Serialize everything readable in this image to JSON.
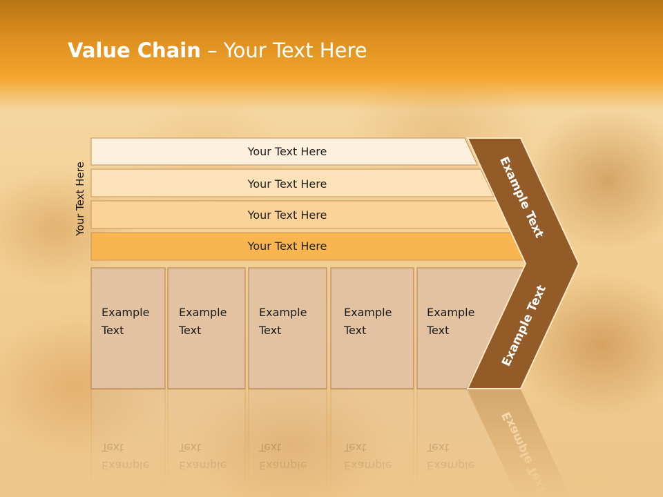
{
  "slide": {
    "title_bold": "Value Chain",
    "title_rest": " – Your Text Here",
    "side_label": "Your Text Here"
  },
  "bands": [
    {
      "label": "Your Text Here",
      "fill": "#fdf0dc"
    },
    {
      "label": "Your Text Here",
      "fill": "#fce2b8"
    },
    {
      "label": "Your Text Here",
      "fill": "#fbd399"
    },
    {
      "label": "Your Text Here",
      "fill": "#f8b550"
    }
  ],
  "boxes": [
    {
      "line1": "Example",
      "line2": "Text"
    },
    {
      "line1": "Example",
      "line2": "Text"
    },
    {
      "line1": "Example",
      "line2": "Text"
    },
    {
      "line1": "Example",
      "line2": "Text"
    },
    {
      "line1": "Example",
      "line2": "Text"
    }
  ],
  "chevron": {
    "upper_label": "Example Text",
    "lower_label": "Example Text",
    "fill": "#935b28",
    "stroke": "#fbe7c4"
  },
  "colors": {
    "header": "#f3a52c",
    "box_fill": "#e2c2a0",
    "box_stroke": "#b07f4c"
  }
}
